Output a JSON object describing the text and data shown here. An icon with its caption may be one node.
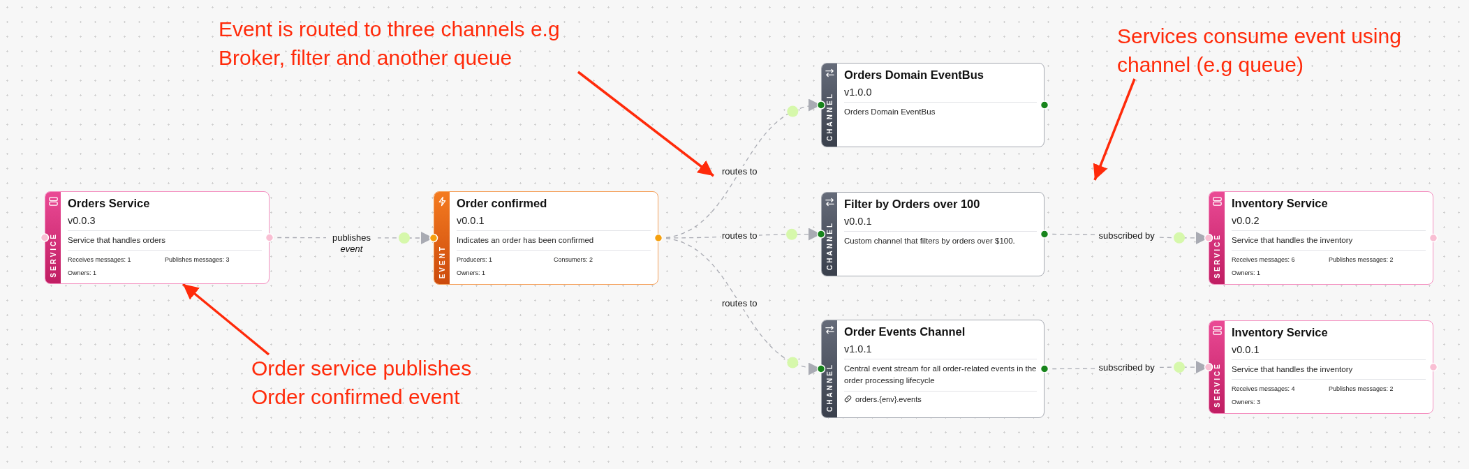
{
  "diagram": {
    "nodes": [
      {
        "text": [
          "Orders Service",
          "v0.0.3",
          "Service that handles orders",
          "Receives messages: 1",
          "Publishes messages: 3",
          "Owners: 1",
          "SERVICE"
        ]
      },
      {
        "text": [
          "Order confirmed",
          "v0.0.1",
          "Indicates an order has been confirmed",
          "Producers: 1",
          "Consumers: 2",
          "Owners: 1",
          "EVENT"
        ]
      },
      {
        "text": [
          "Orders Domain EventBus",
          "v1.0.0",
          "Orders Domain EventBus",
          "CHANNEL"
        ]
      },
      {
        "text": [
          "Filter by Orders over 100",
          "v0.0.1",
          "Custom channel that filters by orders over $100.",
          "CHANNEL"
        ]
      },
      {
        "text": [
          "Order Events Channel",
          "v1.0.1",
          "Central event stream for all order-related events in the order processing lifecycle",
          "orders.{env}.events",
          "CHANNEL"
        ]
      },
      {
        "text": [
          "Inventory Service",
          "v0.0.2",
          "Service that handles the inventory",
          "Receives messages: 6",
          "Publishes messages: 2",
          "Owners: 1",
          "SERVICE"
        ]
      },
      {
        "text": [
          "Inventory Service",
          "v0.0.1",
          "Service that handles the inventory",
          "Receives messages: 4",
          "Publishes messages: 2",
          "Owners: 3",
          "SERVICE"
        ]
      },
      {
        "text": [
          "Event is routed to three channels e.g Broker, filter and another queue"
        ]
      },
      {
        "text": [
          "Services consume event using channel (e.g queue)"
        ]
      },
      {
        "text": [
          "Order service publishes Order confirmed event"
        ]
      }
    ],
    "edges": [
      {
        "from": 0,
        "to": 1,
        "arrow": "to",
        "label": "publishes *event*",
        "style": "dashed"
      },
      {
        "from": 1,
        "to": 2,
        "arrow": "to",
        "label": "routes to",
        "style": "dashed"
      },
      {
        "from": 1,
        "to": 3,
        "arrow": "to",
        "label": "routes to",
        "style": "dashed"
      },
      {
        "from": 1,
        "to": 4,
        "arrow": "to",
        "label": "routes to",
        "style": "dashed"
      },
      {
        "from": 3,
        "to": 5,
        "arrow": "to",
        "label": "subscribed by",
        "style": "dashed"
      },
      {
        "from": 4,
        "to": 6,
        "arrow": "to",
        "label": "subscribed by",
        "style": "dashed"
      },
      {
        "from": 7,
        "to": null,
        "arrow": "to",
        "color": "#ff2a0a"
      },
      {
        "from": 8,
        "to": null,
        "arrow": "to",
        "color": "#ff2a0a"
      },
      {
        "from": 9,
        "to": 0,
        "arrow": "to",
        "color": "#ff2a0a"
      }
    ]
  }
}
